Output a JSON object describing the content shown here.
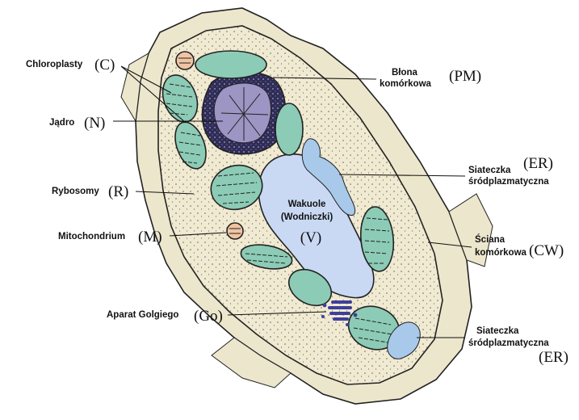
{
  "labels": {
    "chloroplasts": {
      "text": "Chloroplasty",
      "abbr": "(C)"
    },
    "nucleus": {
      "text": "Jądro",
      "abbr": "(N)"
    },
    "ribosomes": {
      "text": "Rybosomy",
      "abbr": "(R)"
    },
    "mitochondrion": {
      "text": "Mitochondrium",
      "abbr": "(M)"
    },
    "golgi": {
      "text": "Aparat Golgiego",
      "abbr": "(Go)"
    },
    "plasma_membrane": {
      "line1": "Błona",
      "line2": "komórkowa",
      "abbr": "(PM)"
    },
    "er_upper": {
      "line1": "Siateczka",
      "line2": "śródplazmatyczna",
      "abbr": "(ER)"
    },
    "cell_wall": {
      "line1": "Ściana",
      "line2": "komórkowa",
      "abbr": "(CW)"
    },
    "er_lower": {
      "line1": "Siateczka",
      "line2": "śródplazmatyczna",
      "abbr": "(ER)"
    },
    "vacuole": {
      "line1": "Wakuole",
      "line2": "(Wodniczki)",
      "abbr": "(V)"
    }
  },
  "colors": {
    "cell_wall": "#ece6cc",
    "cytoplasm": "#f1ead2",
    "vacuole": "#c9d9f3",
    "plastid": "#8ccbb5",
    "nucleus_dark": "#2f2c55",
    "nucleolus": "#9d95c4",
    "er": "#a9c9ea",
    "golgi": "#3d3f9c",
    "mitochondrion": "#f0c5a4"
  }
}
